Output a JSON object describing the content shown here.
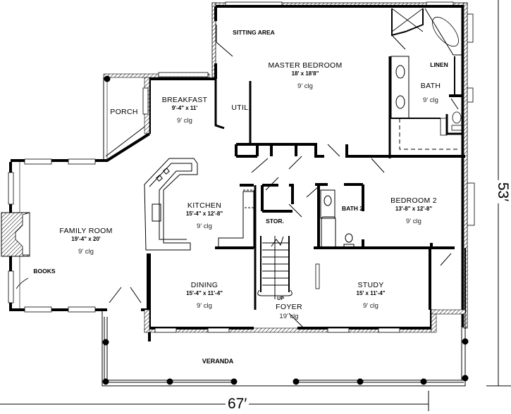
{
  "plan": {
    "overall_width": "67′",
    "overall_depth": "53′",
    "rooms": {
      "master_bedroom": {
        "name": "MASTER BEDROOM",
        "dims": "18' x 18'8\"",
        "ceiling": "9' clg"
      },
      "sitting_area": {
        "name": "SITTING AREA"
      },
      "bath": {
        "name": "BATH",
        "ceiling": "9' clg"
      },
      "linen": {
        "name": "LINEN"
      },
      "breakfast": {
        "name": "BREAKFAST",
        "dims": "9'-4\" x 11'",
        "ceiling": "9' clg"
      },
      "util": {
        "name": "UTIL."
      },
      "porch": {
        "name": "PORCH"
      },
      "family_room": {
        "name": "FAMILY ROOM",
        "dims": "19'-4\" x 20'",
        "ceiling": "9' clg"
      },
      "books": {
        "name": "BOOKS"
      },
      "kitchen": {
        "name": "KITCHEN",
        "dims": "15'-4\" x 12'-8\"",
        "ceiling": "9' clg"
      },
      "stor": {
        "name": "STOR."
      },
      "bath2": {
        "name": "BATH 2"
      },
      "bedroom2": {
        "name": "BEDROOM 2",
        "dims": "13'-8\" x 12'-8\"",
        "ceiling": "9' clg"
      },
      "dining": {
        "name": "DINING",
        "dims": "15'-4\" x 11'-4\"",
        "ceiling": "9' clg"
      },
      "foyer": {
        "name": "FOYER",
        "ceiling": "19' clg",
        "stair_label": "UP"
      },
      "study": {
        "name": "STUDY",
        "dims": "15' x 11'-4\"",
        "ceiling": "9' clg"
      },
      "veranda": {
        "name": "VERANDA"
      }
    }
  }
}
